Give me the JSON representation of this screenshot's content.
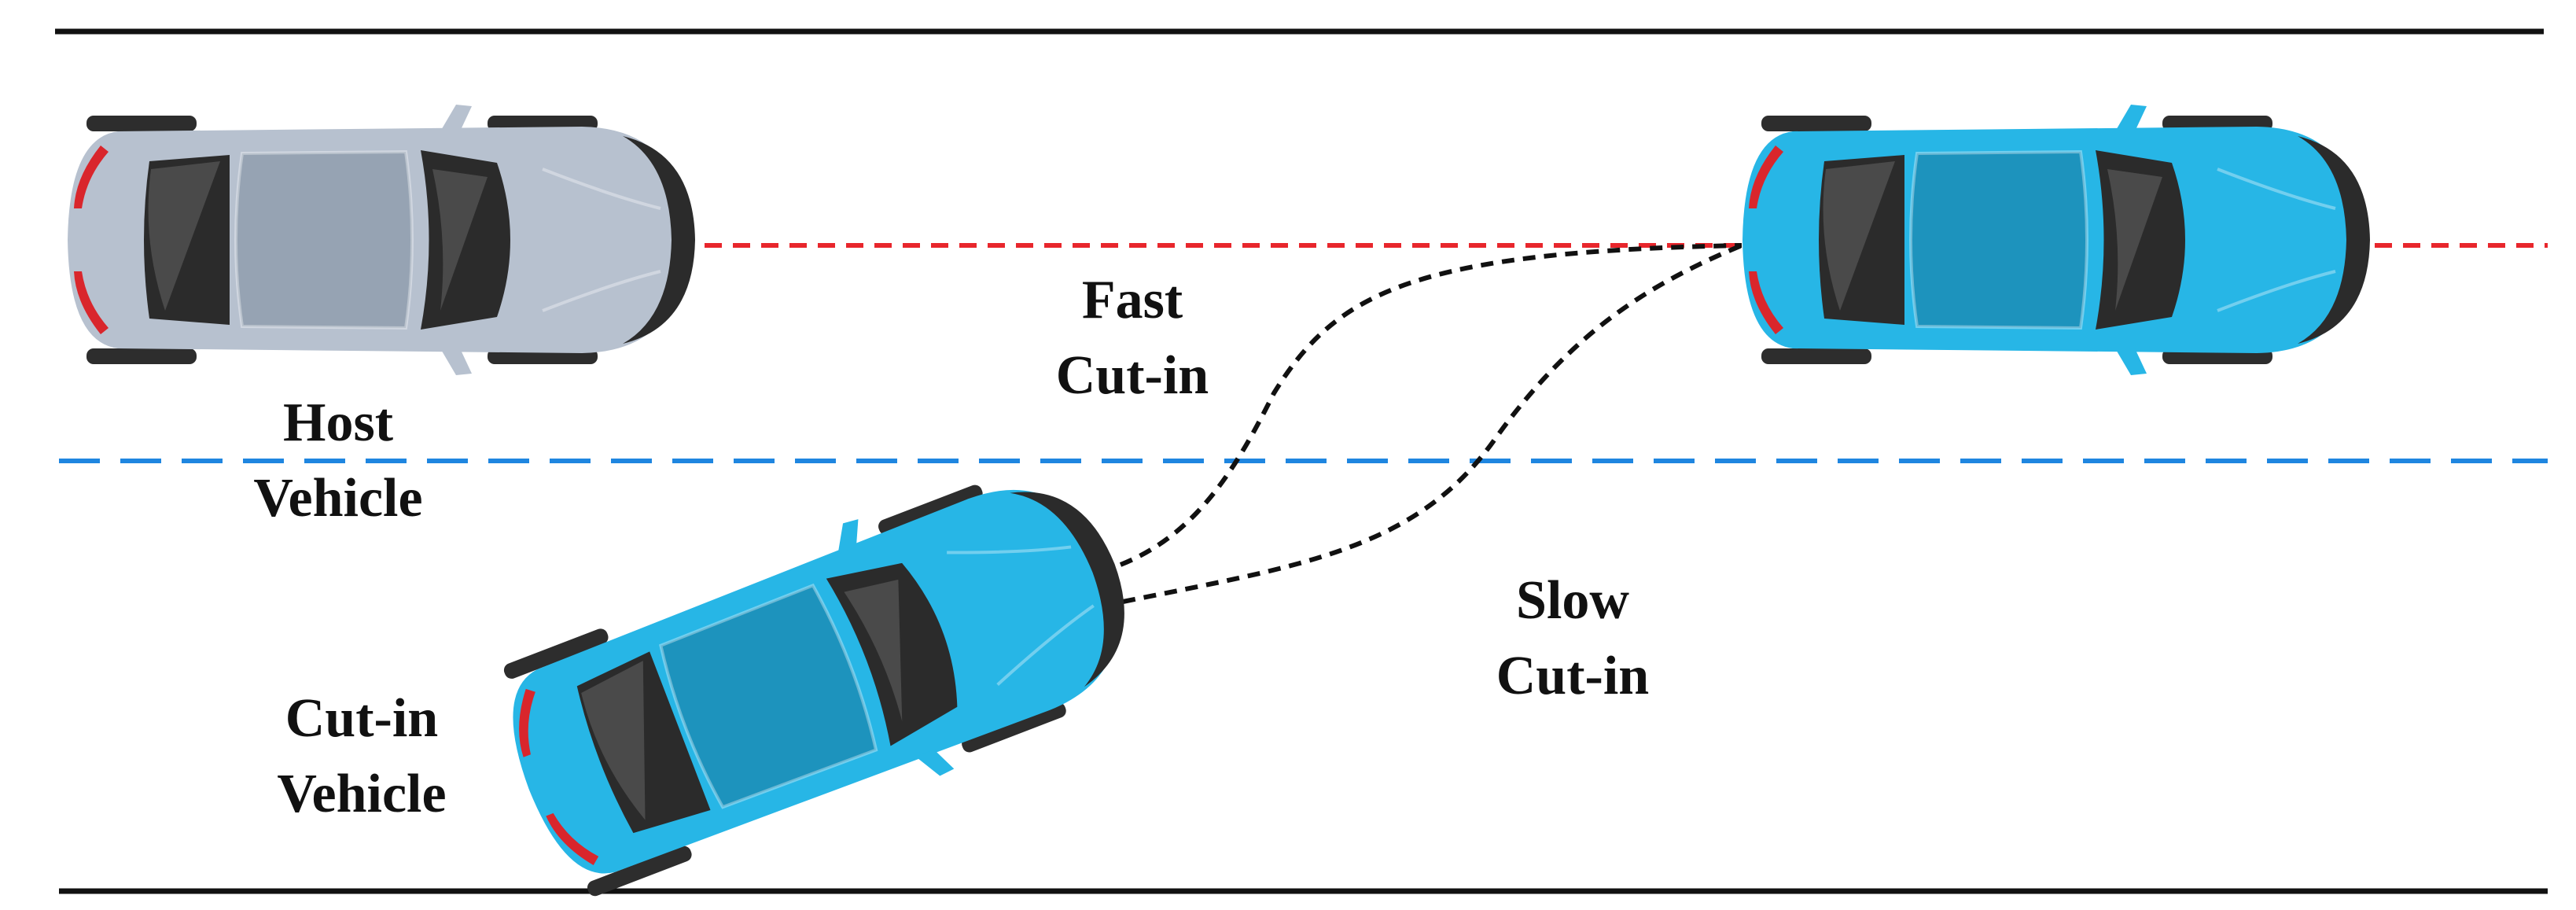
{
  "labels": {
    "host_vehicle": [
      "Host",
      "Vehicle"
    ],
    "fast_cut_in": [
      "Fast",
      "Cut-in"
    ],
    "cut_in_vehicle": [
      "Cut-in",
      "Vehicle"
    ],
    "slow_cut_in": [
      "Slow",
      "Cut-in"
    ]
  },
  "colors": {
    "road_edge": "#111111",
    "host_lane_line": "#e8262c",
    "lane_divider": "#1f86e0",
    "trajectory": "#111111",
    "host_car_body": "#b7c1cf",
    "host_car_roof": "#96a3b3",
    "cut_in_car_body": "#27b6e6",
    "cut_in_car_roof": "#1d93bd",
    "window_glass": "#2b2b2b",
    "tail_light": "#d9262c"
  },
  "icons": {
    "host_vehicle": "sedan-top-view-icon",
    "cut_in_vehicle": "sedan-top-view-icon",
    "target_position": "sedan-top-view-icon"
  }
}
